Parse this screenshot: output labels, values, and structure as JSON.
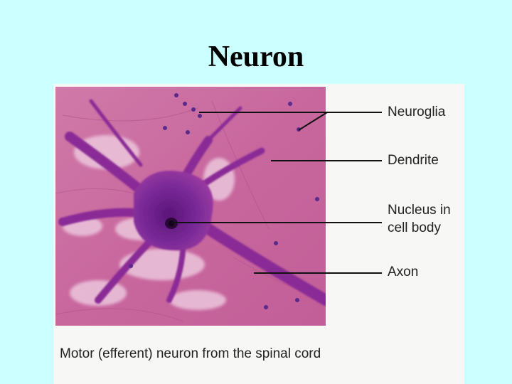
{
  "slide": {
    "title": "Neuron"
  },
  "figure": {
    "labels": {
      "neuroglia": "Neuroglia",
      "dendrite": "Dendrite",
      "nucleus_line1": "Nucleus in",
      "nucleus_line2": "cell body",
      "axon": "Axon"
    },
    "caption": "Motor (efferent) neuron from the spinal cord"
  },
  "colors": {
    "background": "#ccffff",
    "stain_pink": "#c8679e",
    "stain_purple": "#6a1e8a"
  }
}
